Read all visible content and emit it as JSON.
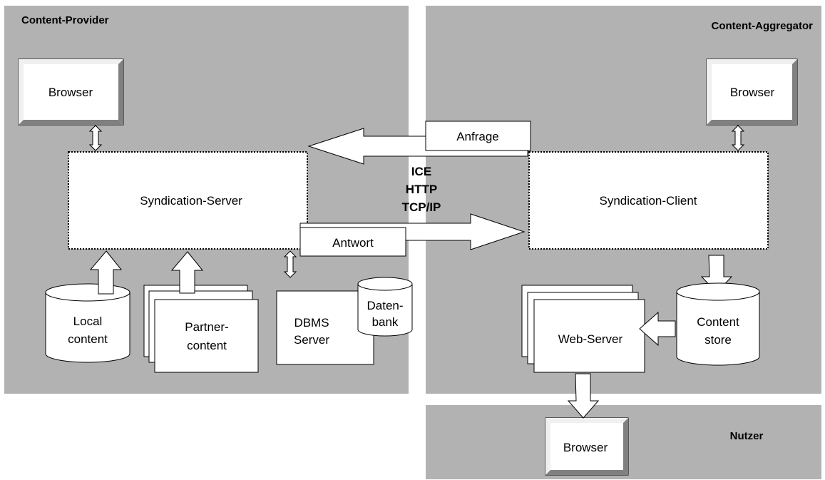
{
  "zones": {
    "provider": "Content-Provider",
    "aggregator": "Content-Aggregator",
    "user": "Nutzer"
  },
  "nodes": {
    "browser_provider": "Browser",
    "browser_aggregator": "Browser",
    "browser_user": "Browser",
    "syndication_server": "Syndication-Server",
    "syndication_client": "Syndication-Client",
    "local_content": [
      "Local",
      "content"
    ],
    "partner_content": [
      "Partner-",
      "content"
    ],
    "dbms_server": [
      "DBMS",
      "Server"
    ],
    "datenbank": [
      "Daten-",
      "bank"
    ],
    "web_server": "Web-Server",
    "content_store": [
      "Content",
      "store"
    ]
  },
  "flows": {
    "request": "Anfrage",
    "response": "Antwort",
    "protocols": [
      "ICE",
      "HTTP",
      "TCP/IP"
    ]
  },
  "colors": {
    "zone_fill": "#b2b2b2",
    "box_fill": "#ffffff",
    "stroke": "#000000"
  }
}
